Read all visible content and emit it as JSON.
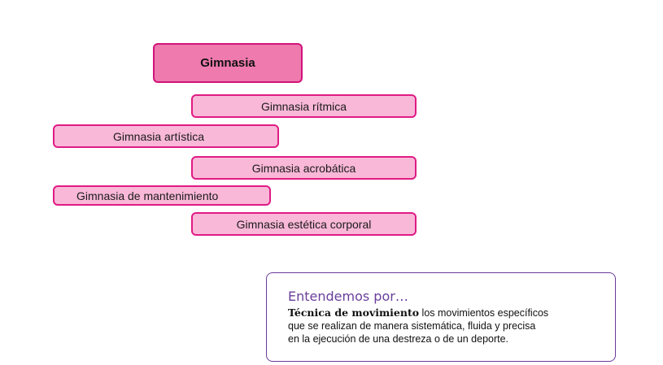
{
  "diagram": {
    "root": "Gimnasia",
    "types": [
      "Gimnasia rítmica",
      "Gimnasia artística",
      "Gimnasia acrobática",
      "Gimnasia de mantenimiento",
      "Gimnasia estética corporal"
    ]
  },
  "note": {
    "title": "Entendemos por…",
    "term": "Técnica de movimiento",
    "definition_line1": " los movimientos específicos",
    "definition_line2": "que se realizan de manera sistemática, fluida y precisa",
    "definition_line3": "en la ejecución de una destreza o de un deporte."
  },
  "colors": {
    "main_fill": "#ee7aae",
    "main_border": "#d1147a",
    "sub_fill": "#f9b8d8",
    "sub_border": "#e01b84",
    "note_border": "#6b3b9a",
    "note_title": "#6a3e9a"
  }
}
